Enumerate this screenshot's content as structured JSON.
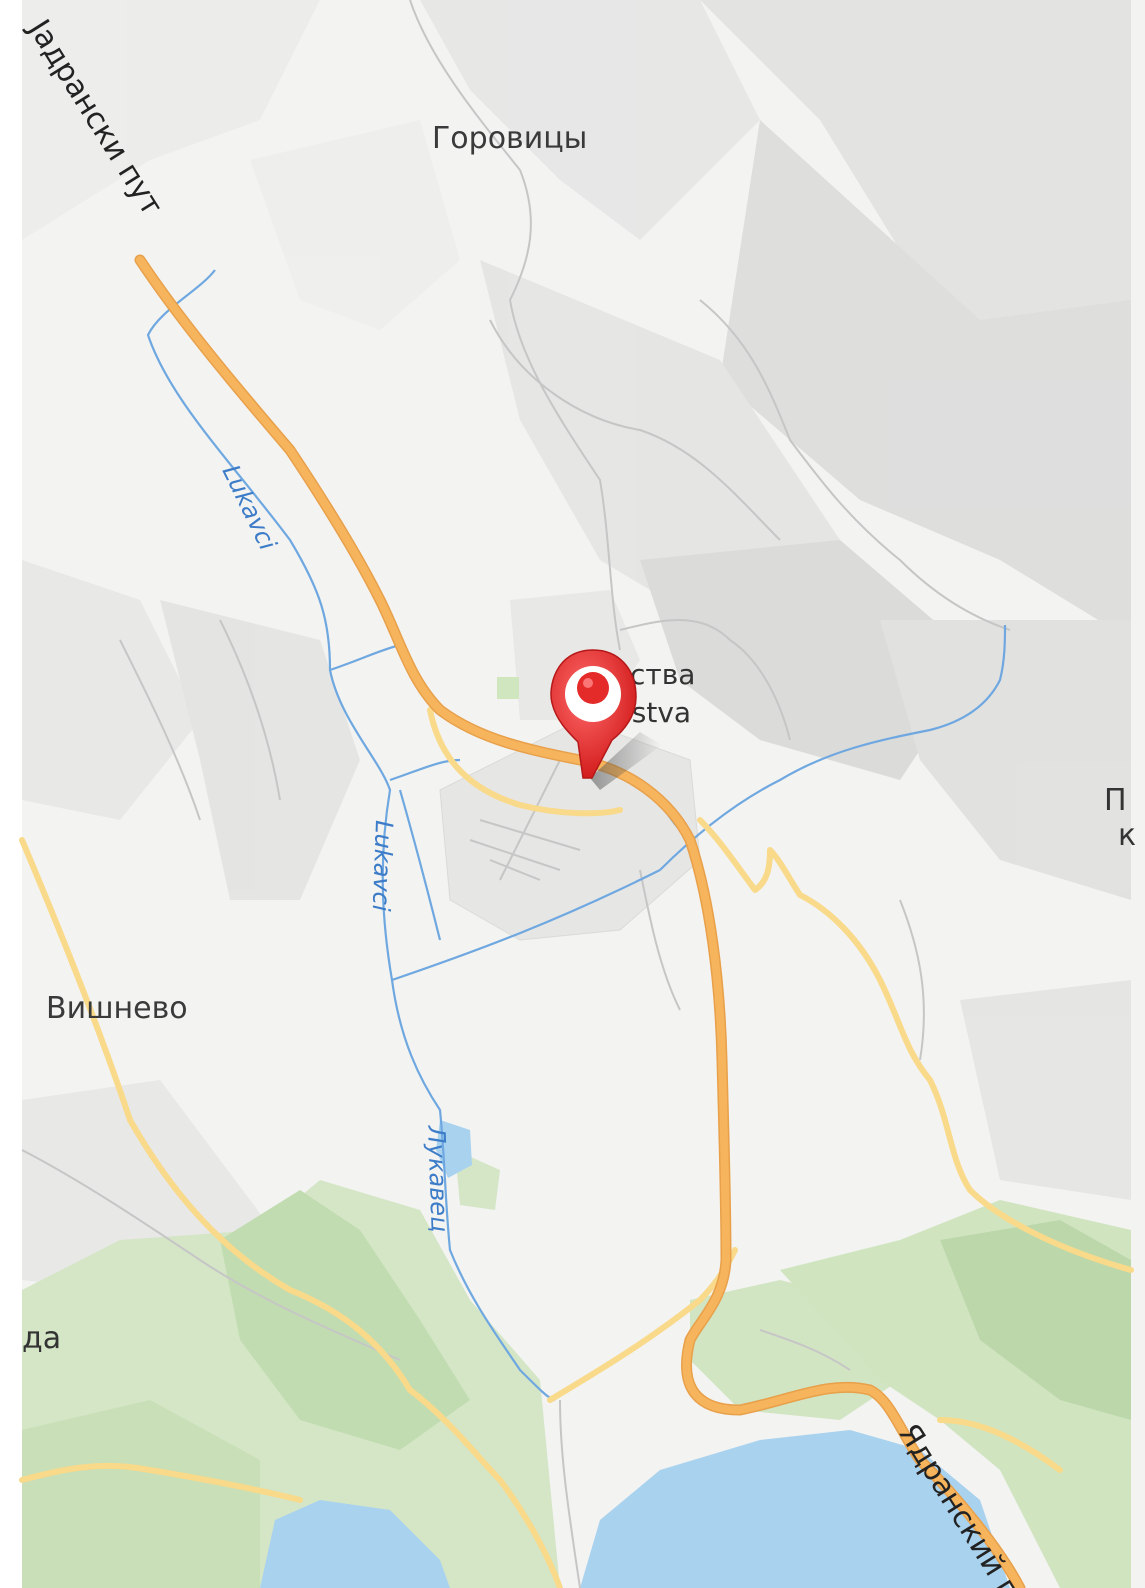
{
  "colors": {
    "land": "#f3f3f1",
    "hill_light": "#ebebea",
    "hill_dark": "#dededd",
    "forest": "#cfe3c0",
    "forest_dark": "#bcd8ab",
    "water": "#a9d2ef",
    "stream": "#6fa8e0",
    "main_road": "#f6b45c",
    "secondary_road": "#f9d98a",
    "local_road": "#c9c9c9",
    "marker_red": "#e52a2a"
  },
  "places": {
    "gorovitsy": "Горовицы",
    "vishnevo": "Вишнево",
    "left_edge_partial": "да",
    "right_edge_partial_top": "П",
    "right_edge_partial_bottom": "к"
  },
  "roads": {
    "top_left": "Јадрански пут",
    "bottom_right": "Ядранский п"
  },
  "streams": {
    "lukavci_upper": "Lukavci",
    "lukavci_lower": "Lukavci",
    "lukavets": "Лукавец"
  },
  "poi": {
    "name_cyrillic_partial": "ства",
    "name_latin_partial": "istva"
  },
  "icons": {
    "marker": "map-pin-icon"
  }
}
